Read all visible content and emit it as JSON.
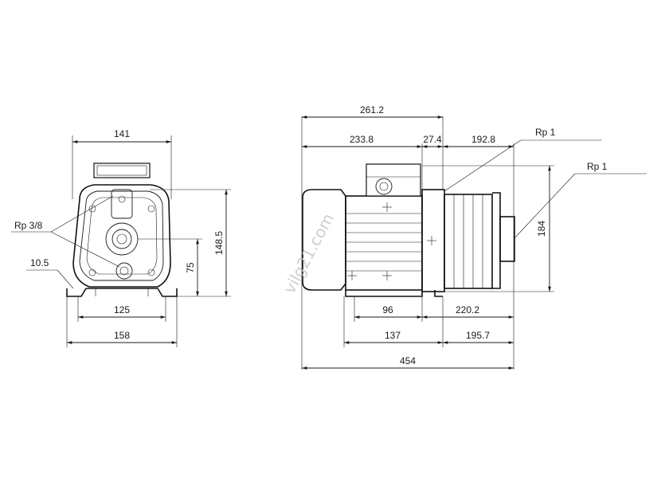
{
  "front_view": {
    "dims": {
      "width_top": "141",
      "thread_left": "Rp 3/8",
      "foot_offset": "10.5",
      "foot_inner": "125",
      "foot_outer": "158",
      "shaft_height": "75",
      "total_height": "148.5"
    }
  },
  "side_view": {
    "dims": {
      "d261_2": "261.2",
      "d233_8": "233.8",
      "d27_4": "27.4",
      "d192_8": "192.8",
      "rp1_top": "Rp 1",
      "rp1_side": "Rp 1",
      "d184": "184",
      "d96": "96",
      "d220_2": "220.2",
      "d137": "137",
      "d195_7": "195.7",
      "d454": "454"
    }
  },
  "watermark": "vilg21.com"
}
